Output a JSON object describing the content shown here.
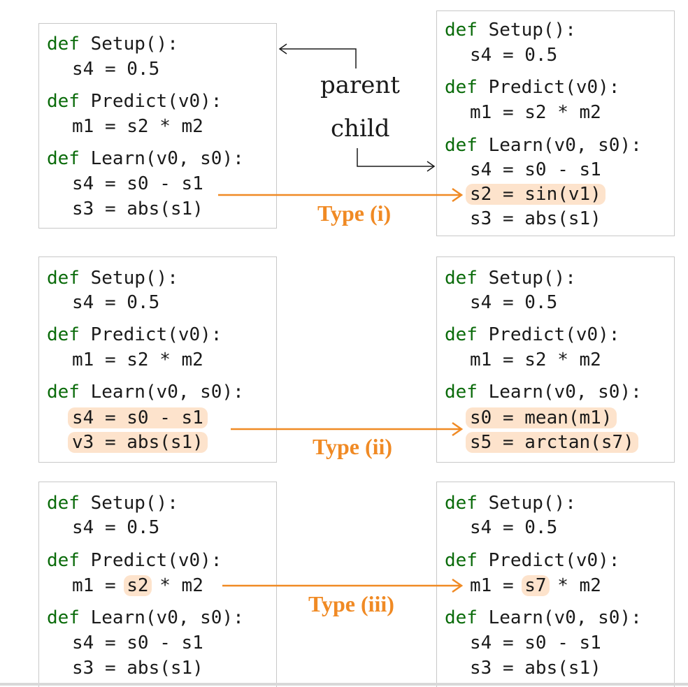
{
  "labels": {
    "parent": "parent",
    "child": "child",
    "type_i": "Type (i)",
    "type_ii": "Type (ii)",
    "type_iii": "Type (iii)"
  },
  "code": {
    "p1": {
      "setup": "def Setup():",
      "s4": "s4 = 0.5",
      "predict": "def Predict(v0):",
      "m1": "m1 = s2 * m2",
      "learn": "def Learn(v0, s0):",
      "l1": "s4 = s0 - s1",
      "l2": "s3 = abs(s1)"
    },
    "c1": {
      "setup": "def Setup():",
      "s4": "s4 = 0.5",
      "predict": "def Predict(v0):",
      "m1": "m1 = s2 * m2",
      "learn": "def Learn(v0, s0):",
      "l1": "s4 = s0 - s1",
      "l2": "s2 = sin(v1)",
      "l3": "s3 = abs(s1)"
    },
    "p2": {
      "setup": "def Setup():",
      "s4": "s4 = 0.5",
      "predict": "def Predict(v0):",
      "m1": "m1 = s2 * m2",
      "learn": "def Learn(v0, s0):",
      "l1": "s4 = s0 - s1",
      "l2": "v3 = abs(s1)"
    },
    "c2": {
      "setup": "def Setup():",
      "s4": "s4 = 0.5",
      "predict": "def Predict(v0):",
      "m1": "m1 = s2 * m2",
      "learn": "def Learn(v0, s0):",
      "l1": "s0 = mean(m1)",
      "l2": "s5 = arctan(s7)"
    },
    "p3": {
      "setup": "def Setup():",
      "s4": "s4 = 0.5",
      "predict": "def Predict(v0):",
      "m1_pre": "m1 = ",
      "m1_var": "s2",
      "m1_post": " * m2",
      "learn": "def Learn(v0, s0):",
      "l1": "s4 = s0 - s1",
      "l2": "s3 = abs(s1)"
    },
    "c3": {
      "setup": "def Setup():",
      "s4": "s4 = 0.5",
      "predict": "def Predict(v0):",
      "m1_pre": "m1 = ",
      "m1_var": "s7",
      "m1_post": " * m2",
      "learn": "def Learn(v0, s0):",
      "l1": "s4 = s0 - s1",
      "l2": "s3 = abs(s1)"
    }
  },
  "colors": {
    "accent": "#f08a24",
    "keyword": "#0a6b0a",
    "highlight": "#fde3cc"
  }
}
